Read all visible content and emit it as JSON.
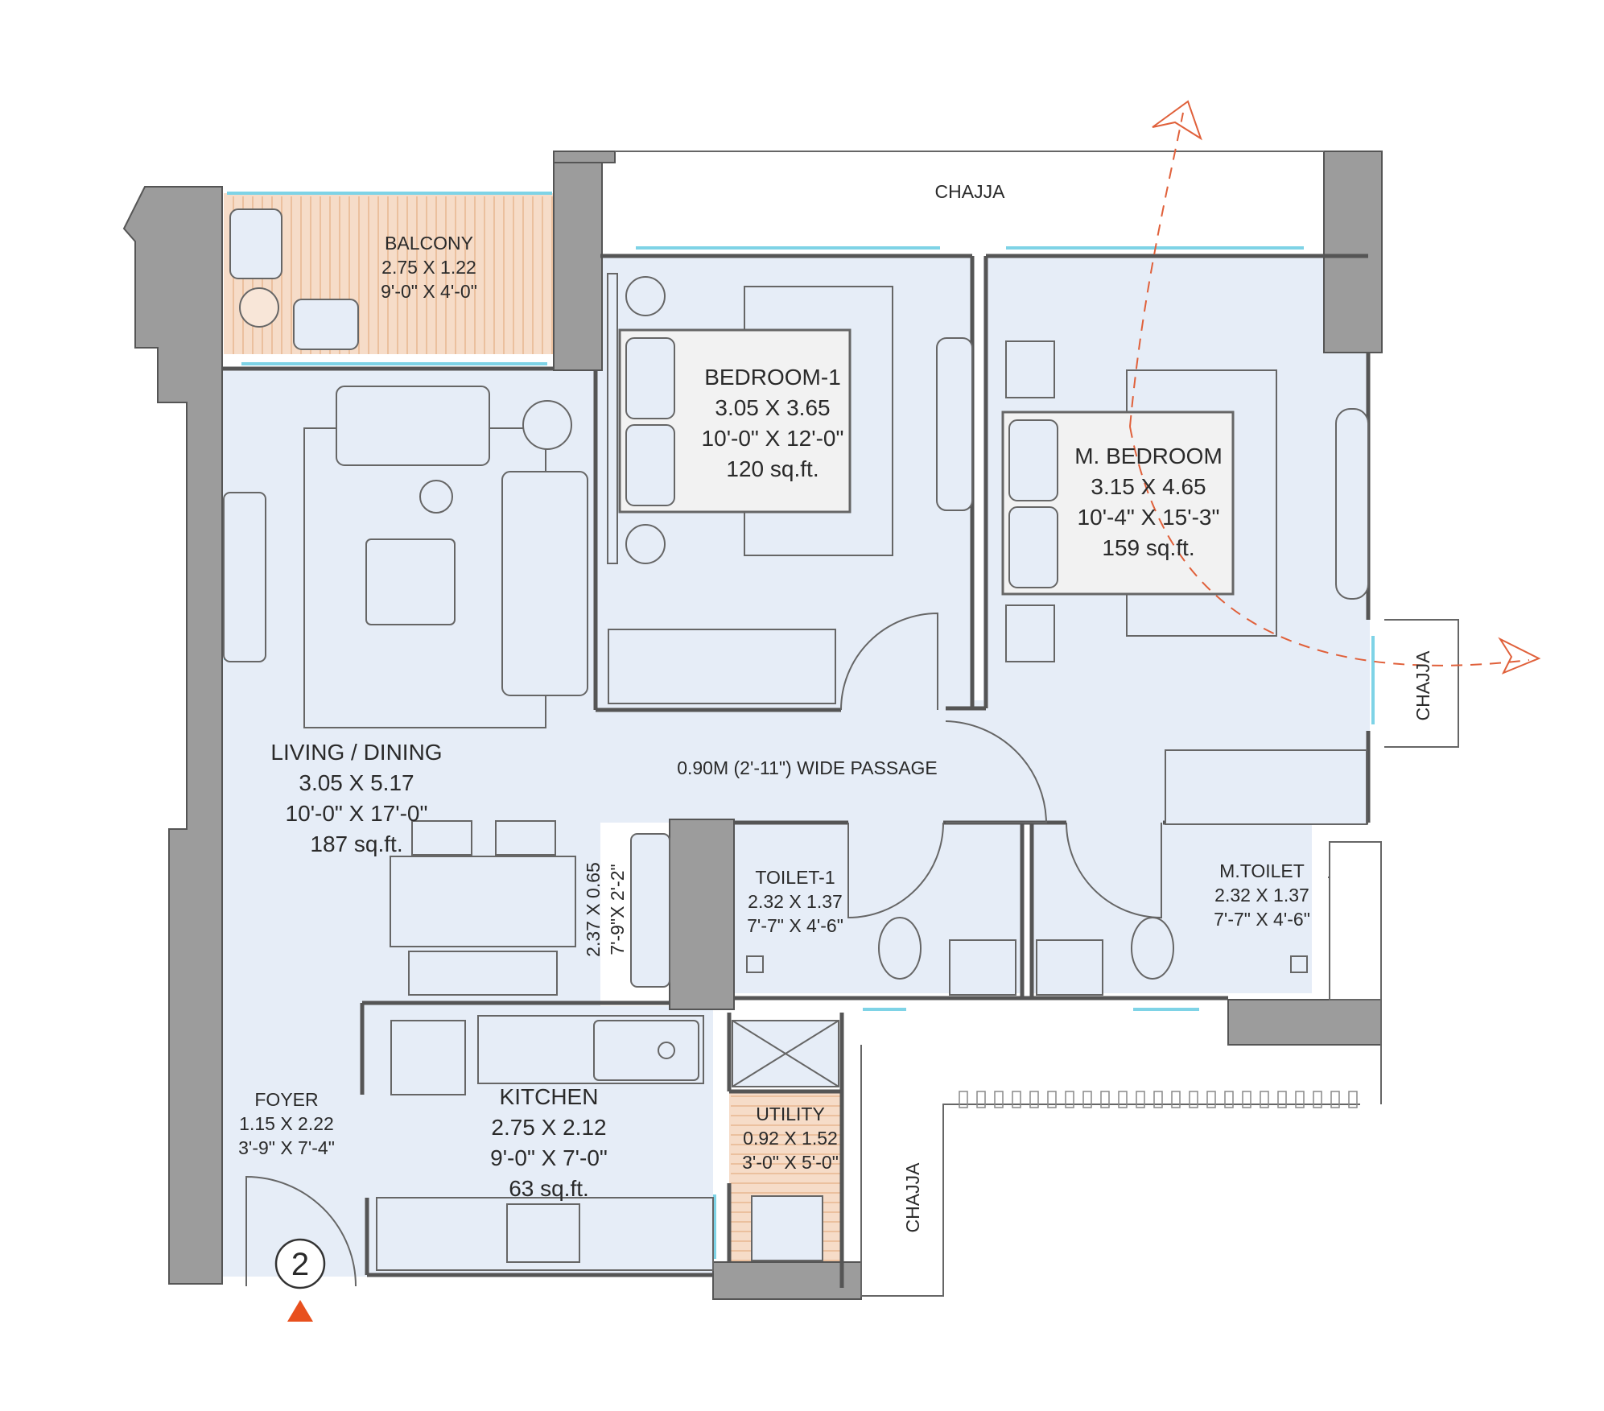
{
  "colors": {
    "floor": "#e6edf7",
    "wall": "#9c9c9c",
    "wall_stroke": "#555555",
    "balcony_deck": "#f6dcc8",
    "glass": "#7ed3e6",
    "arrow": "#e0603a",
    "entry_marker": "#e8501e"
  },
  "rooms": {
    "balcony": {
      "name": "BALCONY",
      "dim_m": "2.75 X 1.22",
      "dim_ft": "9'-0\" X 4'-0\""
    },
    "bedroom1": {
      "name": "BEDROOM-1",
      "dim_m": "3.05 X 3.65",
      "dim_ft": "10'-0\" X 12'-0\"",
      "area": "120 sq.ft."
    },
    "master_bedroom": {
      "name": "M. BEDROOM",
      "dim_m": "3.15 X 4.65",
      "dim_ft": "10'-4\" X 15'-3\"",
      "area": "159 sq.ft."
    },
    "living_dining": {
      "name": "LIVING / DINING",
      "dim_m": "3.05 X 5.17",
      "dim_ft": "10'-0\" X 17'-0\"",
      "area": "187 sq.ft."
    },
    "passage": {
      "name": "0.90M (2'-11\") WIDE PASSAGE"
    },
    "toilet1": {
      "name": "TOILET-1",
      "dim_m": "2.32 X 1.37",
      "dim_ft": "7'-7\" X 4'-6\""
    },
    "master_toilet": {
      "name": "M.TOILET",
      "dim_m": "2.32 X 1.37",
      "dim_ft": "7'-7\" X 4'-6\""
    },
    "foyer": {
      "name": "FOYER",
      "dim_m": "1.15 X 2.22",
      "dim_ft": "3'-9\" X 7'-4\""
    },
    "kitchen": {
      "name": "KITCHEN",
      "dim_m": "2.75 X 2.12",
      "dim_ft": "9'-0\" X 7'-0\"",
      "area": "63 sq.ft."
    },
    "utility": {
      "name": "UTILITY",
      "dim_m": "0.92 X 1.52",
      "dim_ft": "3'-0\" X 5'-0\""
    },
    "niche": {
      "dim_m": "2.37 X 0.65",
      "dim_ft": "7'-9\"X 2'-2\""
    }
  },
  "chajja": {
    "top": "CHAJJA",
    "right": "CHAJJA",
    "bottom": "CHAJJA"
  },
  "unit_number": "2"
}
